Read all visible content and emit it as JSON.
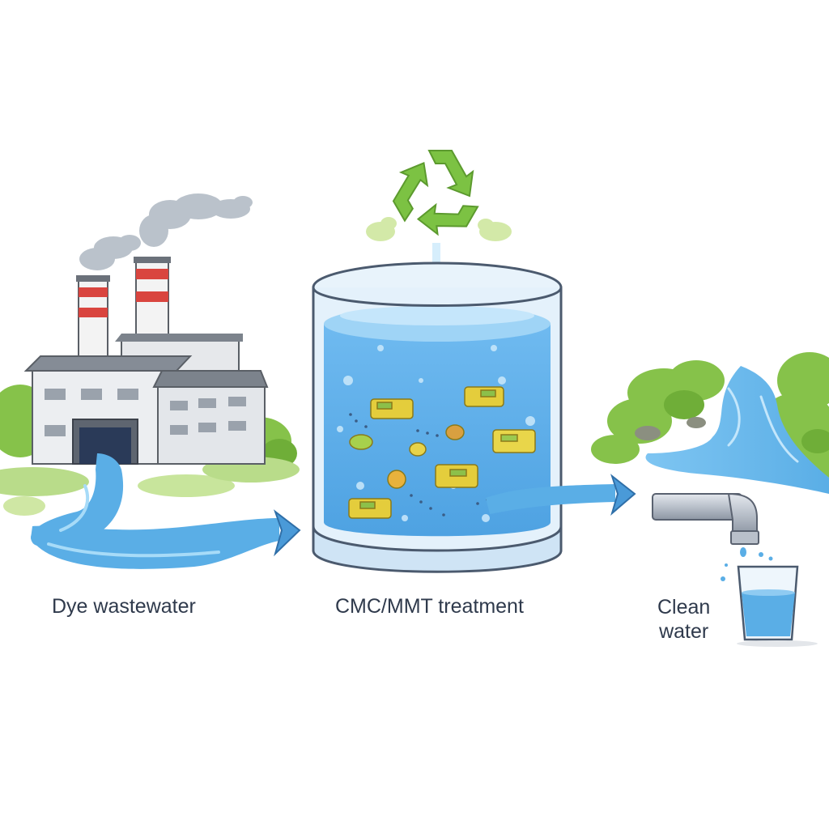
{
  "labels": {
    "dye_wastewater": "Dye wastewater",
    "treatment": "CMC/MMT treatment",
    "clean_line1": "Clean",
    "clean_line2": "water"
  },
  "icons": [
    "factory-icon",
    "recycle-icon",
    "treatment-tank-icon",
    "faucet-icon",
    "water-glass-icon",
    "river-icon"
  ],
  "colors": {
    "water": "#5aaee6",
    "water_dark": "#3b8fd0",
    "recycle_green": "#7cc243",
    "chimney_red": "#d9453f",
    "text": "#2f3a4c"
  }
}
